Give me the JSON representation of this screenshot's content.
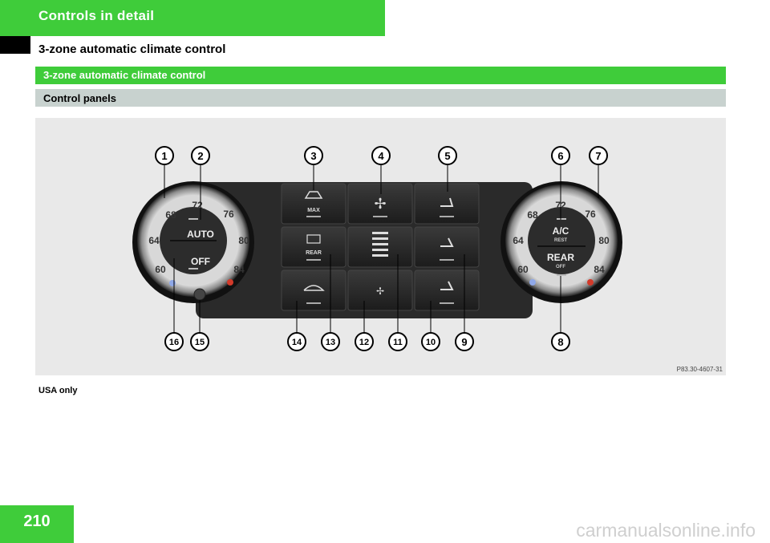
{
  "header": {
    "title": "Controls in detail"
  },
  "section_title": "3-zone automatic climate control",
  "band_green": "3-zone automatic climate control",
  "band_grey": "Control panels",
  "figure": {
    "code": "P83.30-4607-31",
    "left_knob": {
      "temps": [
        "60",
        "64",
        "68",
        "72",
        "76",
        "80",
        "84"
      ],
      "top_label": "AUTO",
      "bottom_label": "OFF"
    },
    "right_knob": {
      "temps": [
        "60",
        "64",
        "68",
        "72",
        "76",
        "80",
        "84"
      ],
      "top_label": "A/C",
      "top_sub": "REST",
      "bottom_label": "REAR",
      "bottom_sub": "OFF"
    },
    "button_labels": {
      "max": "MAX",
      "rear": "REAR"
    },
    "callouts": [
      "1",
      "2",
      "3",
      "4",
      "5",
      "6",
      "7",
      "8",
      "9",
      "10",
      "11",
      "12",
      "13",
      "14",
      "15",
      "16"
    ]
  },
  "caption": "USA only",
  "page_number": "210",
  "watermark": "carmanualsonline.info"
}
